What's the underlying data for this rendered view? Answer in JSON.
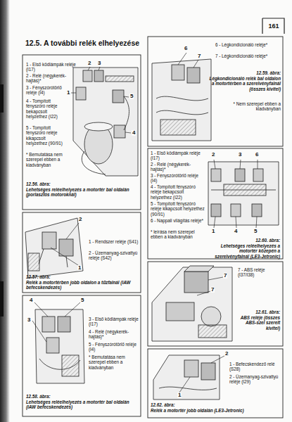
{
  "diagram": {
    "title": "12.5. A további relék elhelyezése",
    "labels": [
      "161",
      "1 - Első ködlámpák reléje (I17)",
      "2 - Relé (négykerék-hajtás)*",
      "3 - Fényszórótörlő reléje (I4)",
      "4 - Tompított fényszóró reléje bekapcsolt helyzethez (I22)",
      "5 - Tompított fényszóró reléje kikapcsolt helyzethez (90/91)",
      "* Bemutatása nem szerepel ebben a kiadványban",
      "2",
      "3",
      "1",
      "5",
      "4",
      "12.56. ábra:",
      "Lehetséges reléelhelyezés a motortér bal oldalán (porlasztós motoroknál)",
      "1 - Rendszer reléje (S41)",
      "2 - Üzemanyag-szivattyú reléje (S42)",
      "2",
      "1",
      "12.57. ábra:",
      "Relék a motortérben jobb oldalon a tűzfalnál (IAW befecskendezés)",
      "4",
      "5",
      "3",
      "3 - Első ködlámpák reléje (I17)",
      "4 - Relé (négykerék-hajtás)*",
      "5 - Fényszórótörlő reléje (I4)",
      "* Bemutatása nem szerepel ebben a kiadványban",
      "12.58. ábra:",
      "Lehetséges reléelhelyezés a motortér bal oldalán (IAW befecskendezés)",
      "6",
      "7",
      "6 - Légkondicionáló reléje*",
      "7 - Légkondicionáló reléje*",
      "12.59. ábra:",
      "Légkondicionáló relék bal oldalon a motortérben a szerelvényfalnál (összes kivitel)",
      "* Nem szerepel ebben a kiadványban",
      "1 - Első ködlámpák reléje (I17)",
      "2 - Relé (négykerék-hajtás)*",
      "3 - Fényszórótörlő reléje (I4)",
      "4 - Tompított fényszóró reléje bekapcsolt helyzethez (I22)",
      "5 - Tompított fényszóró reléje kikapcsolt helyzethez (90/91)",
      "6 - Nappali világítás reléje*",
      "* leírása nem szerepel ebben a kiadványban",
      "2",
      "3",
      "6",
      "1",
      "4",
      "5",
      "12.60. ábra:",
      "Lehetséges reléelhelyezés a motortér közepén a szerelvényfalnál (LE3-Jetronic)",
      "7 - ABS reléje (I37/I38)",
      "7",
      "7",
      "12.61. ábra:",
      "ABS reléje (összes ABS-szel szerelt kivitel)",
      "2",
      "1",
      "1 - Befecskendező relé (S28)",
      "2 - Üzemanyag-szivattyú reléje (I29)",
      "12.62. ábra:",
      "Relék a motortér jobb oldalán (LE3-Jetronic)"
    ]
  }
}
